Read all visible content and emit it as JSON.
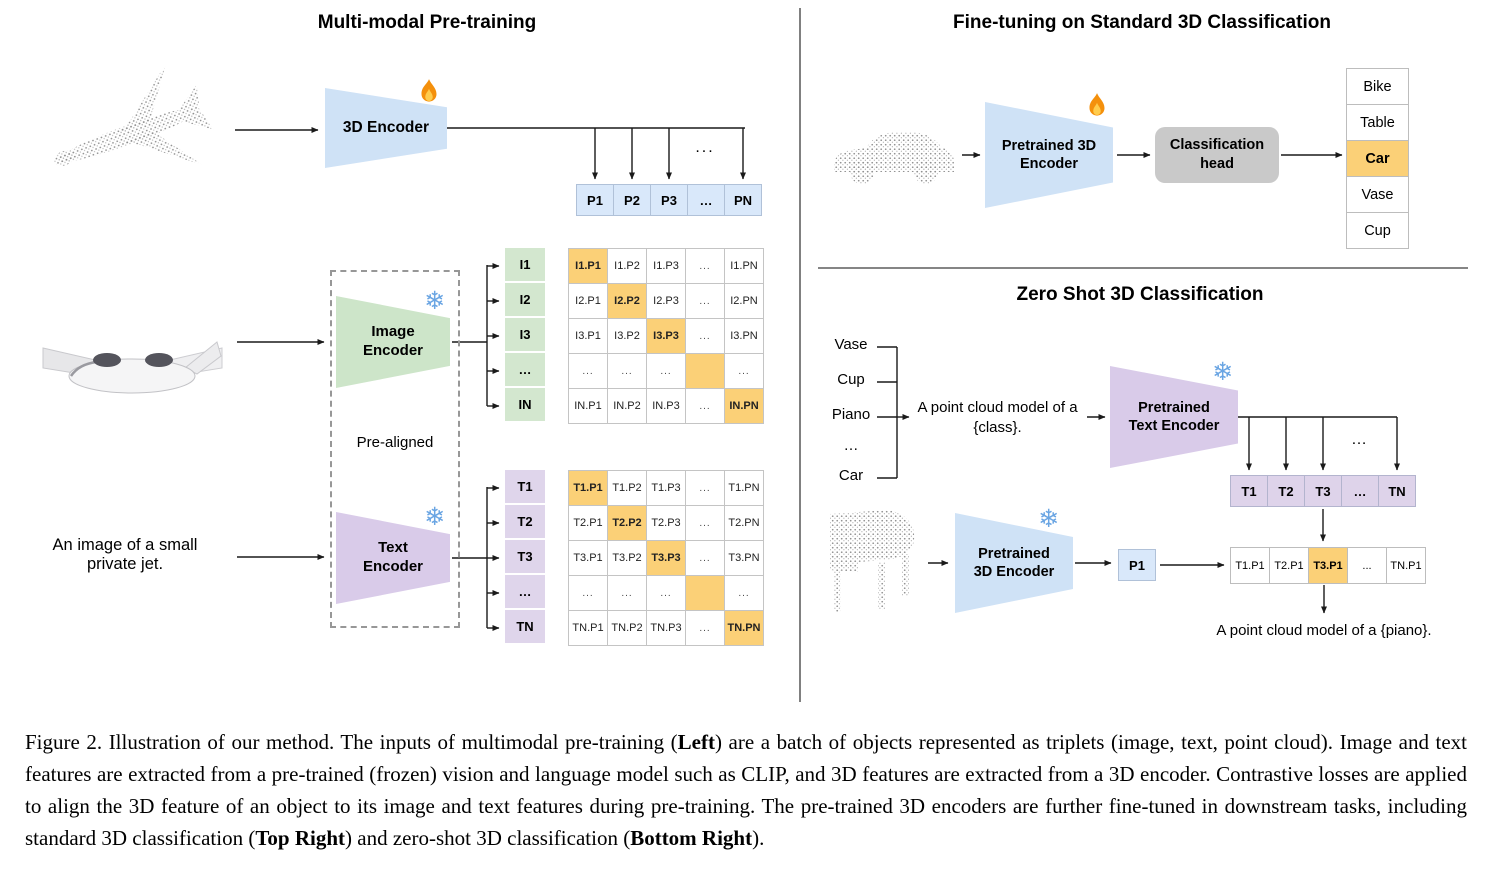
{
  "icons": {
    "flame": "flame",
    "snowflake": "❄"
  },
  "colors": {
    "blue": "#cfe2f6",
    "green": "#cde5c9",
    "purple": "#d9cbe9",
    "highlight_orange": "#fbd077",
    "head_gray": "#c9c9c9"
  },
  "left_panel": {
    "title": "Multi-modal Pre-training",
    "encoder_3d_label": "3D Encoder",
    "image_encoder_label": "Image Encoder",
    "text_encoder_label": "Text Encoder",
    "pre_aligned": "Pre-aligned",
    "image_caption": "An image of a small private jet.",
    "fan_dots": "...",
    "p_row": [
      "P1",
      "P2",
      "P3",
      "…",
      "PN"
    ],
    "image_rows": [
      "I1",
      "I2",
      "I3",
      "…",
      "IN"
    ],
    "image_matrix": [
      [
        "I1.P1",
        "I1.P2",
        "I1.P3",
        "...",
        "I1.PN"
      ],
      [
        "I2.P1",
        "I2.P2",
        "I2.P3",
        "...",
        "I2.PN"
      ],
      [
        "I3.P1",
        "I3.P2",
        "I3.P3",
        "...",
        "I3.PN"
      ],
      [
        "...",
        "...",
        "...",
        "",
        "..."
      ],
      [
        "IN.P1",
        "IN.P2",
        "IN.P3",
        "...",
        "IN.PN"
      ]
    ],
    "text_rows": [
      "T1",
      "T2",
      "T3",
      "…",
      "TN"
    ],
    "text_matrix": [
      [
        "T1.P1",
        "T1.P2",
        "T1.P3",
        "...",
        "T1.PN"
      ],
      [
        "T2.P1",
        "T2.P2",
        "T2.P3",
        "...",
        "T2.PN"
      ],
      [
        "T3.P1",
        "T3.P2",
        "T3.P3",
        "...",
        "T3.PN"
      ],
      [
        "...",
        "...",
        "...",
        "",
        "..."
      ],
      [
        "TN.P1",
        "TN.P2",
        "TN.P3",
        "...",
        "TN.PN"
      ]
    ]
  },
  "finetune_panel": {
    "title": "Fine-tuning on Standard 3D Classification",
    "encoder_label": "Pretrained 3D Encoder",
    "head_label": "Classification head",
    "classes": [
      "Bike",
      "Table",
      "Car",
      "Vase",
      "Cup"
    ],
    "highlighted_class": "Car"
  },
  "zeroshot_panel": {
    "title": "Zero Shot 3D Classification",
    "class_words": [
      "Vase",
      "Cup",
      "Piano",
      "…",
      "Car"
    ],
    "prompt": "A point cloud model of a {class}.",
    "text_encoder_label": "Pretrained Text Encoder",
    "encoder_label": "Pretrained 3D Encoder",
    "fan_dots": "…",
    "t_row": [
      "T1",
      "T2",
      "T3",
      "…",
      "TN"
    ],
    "p_cell": "P1",
    "result_row": [
      "T1.P1",
      "T2.P1",
      "T3.P1",
      "...",
      "TN.P1"
    ],
    "highlighted_result": "T3.P1",
    "result_caption": "A point cloud model of a {piano}."
  },
  "caption": [
    {
      "text": "Figure 2. Illustration of our method. The inputs of multimodal pre-training (",
      "bold": false
    },
    {
      "text": "Left",
      "bold": true
    },
    {
      "text": ") are a batch of objects represented as triplets (image, text, point cloud). Image and text features are extracted from a pre-trained (frozen) vision and language model such as CLIP, and 3D features are extracted from a 3D encoder. Contrastive losses are applied to align the 3D feature of an object to its image and text features during pre-training. The pre-trained 3D encoders are further fine-tuned in downstream tasks, including standard 3D classification (",
      "bold": false
    },
    {
      "text": "Top Right",
      "bold": true
    },
    {
      "text": ") and zero-shot 3D classification (",
      "bold": false
    },
    {
      "text": "Bottom Right",
      "bold": true
    },
    {
      "text": ").",
      "bold": false
    }
  ]
}
